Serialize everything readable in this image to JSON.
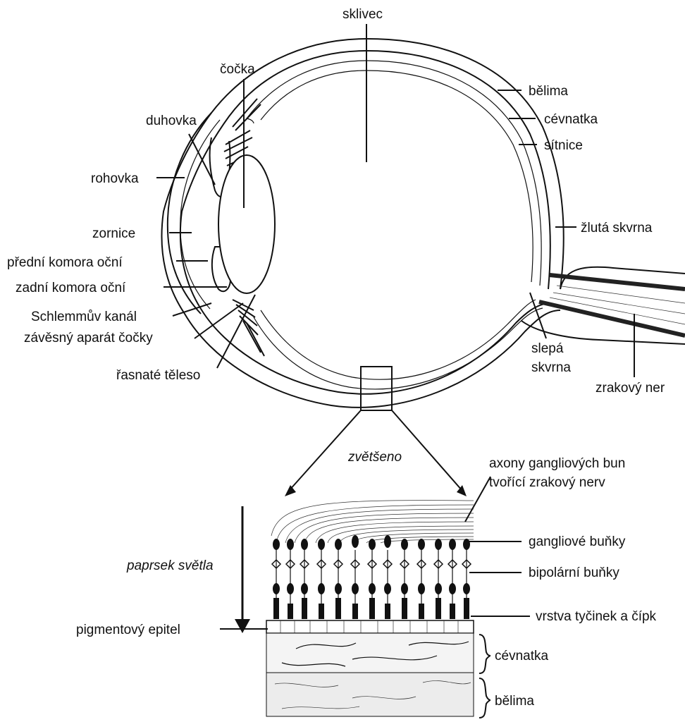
{
  "labels": {
    "sklivec": "sklivec",
    "cocka": "čočka",
    "duhovka": "duhovka",
    "rohovka": "rohovka",
    "zornice": "zornice",
    "predni_komora": "přední komora oční",
    "zadni_komora": "zadní komora oční",
    "schlemmuv_kanal": "Schlemmův kanál",
    "zavesny_aparat": "závěsný aparát čočky",
    "rasnate_teleso": "řasnaté těleso",
    "belima": "bělima",
    "cevnatka": "cévnatka",
    "sitnice": "sítnice",
    "zluta_skvrna": "žlutá skvrna",
    "slepa": "slepá",
    "skvrna": "skvrna",
    "zrakovy_nerv": "zrakový ner",
    "zvetseno": "zvětšeno",
    "axony_1": "axony gangliových bun",
    "axony_2": "tvořící zrakový nerv",
    "gangliove": "gangliové buňky",
    "bipolarni": "bipolární buňky",
    "vrstva": "vrstva tyčinek a čípk",
    "paprsek": "paprsek světla",
    "pigmentovy": "pigmentový epitel",
    "cevnatka_detail": "cévnatka",
    "belima_detail": "bělima"
  }
}
